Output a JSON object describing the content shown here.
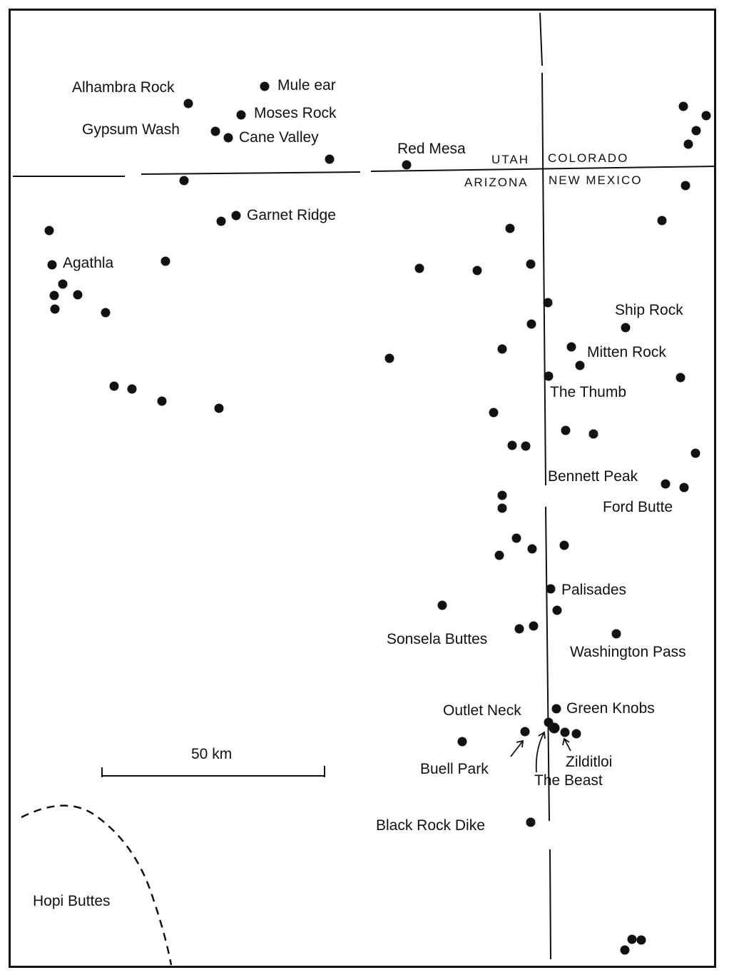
{
  "map": {
    "states": {
      "utah": "UTAH",
      "colorado": "COLORADO",
      "arizona": "ARIZONA",
      "new_mexico": "NEW MEXICO"
    },
    "scale_label": "50 km",
    "places": {
      "alhambra_rock": "Alhambra Rock",
      "mule_ear": "Mule ear",
      "moses_rock": "Moses Rock",
      "gypsum_wash": "Gypsum Wash",
      "cane_valley": "Cane Valley",
      "red_mesa": "Red Mesa",
      "garnet_ridge": "Garnet Ridge",
      "agathla": "Agathla",
      "ship_rock": "Ship Rock",
      "mitten_rock": "Mitten Rock",
      "the_thumb": "The Thumb",
      "bennett_peak": "Bennett Peak",
      "ford_butte": "Ford Butte",
      "palisades": "Palisades",
      "sonsela_buttes": "Sonsela Buttes",
      "washington_pass": "Washington Pass",
      "outlet_neck": "Outlet Neck",
      "green_knobs": "Green Knobs",
      "buell_park": "Buell Park",
      "zilditloi": "Zilditloi",
      "the_beast": "The Beast",
      "black_rock_dike": "Black Rock Dike",
      "hopi_buttes": "Hopi Buttes"
    }
  }
}
